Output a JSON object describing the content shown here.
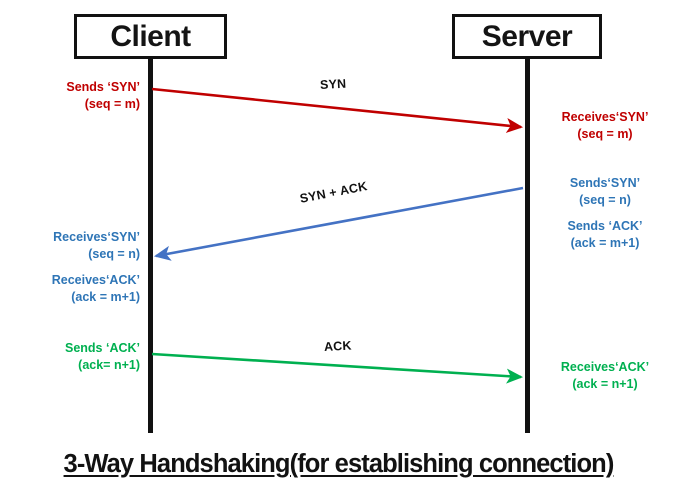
{
  "diagram": {
    "title": "3-Way Handshaking(for establishing connection)",
    "colors": {
      "syn": "#C00000",
      "syn_ack": "#2E75B6",
      "ack": "#00B050",
      "lifeline": "#111111",
      "label": "#111111",
      "background": "#FFFFFF"
    },
    "nodes": {
      "client": "Client",
      "server": "Server"
    },
    "arrows": [
      {
        "name": "syn",
        "label": "SYN",
        "direction": "client-to-server",
        "color": "#C00000"
      },
      {
        "name": "syn-ack",
        "label": "SYN + ACK",
        "direction": "server-to-client",
        "color": "#2E75B6"
      },
      {
        "name": "ack",
        "label": "ACK",
        "direction": "client-to-server",
        "color": "#00B050"
      }
    ],
    "client_notes": {
      "send_syn": {
        "line1": "Sends ‘SYN’",
        "line2": "(seq = m)"
      },
      "receive_syn": {
        "line1": "Receives‘SYN’",
        "line2": "(seq = n)"
      },
      "receive_ack": {
        "line1": "Receives‘ACK’",
        "line2": "(ack = m+1)"
      },
      "send_ack": {
        "line1": "Sends ‘ACK’",
        "line2": "(ack= n+1)"
      }
    },
    "server_notes": {
      "receive_syn": {
        "line1": "Receives‘SYN’",
        "line2": "(seq = m)"
      },
      "send_syn": {
        "line1": "Sends‘SYN’",
        "line2": "(seq = n)"
      },
      "send_ack": {
        "line1": "Sends ‘ACK’",
        "line2": "(ack = m+1)"
      },
      "receive_ack": {
        "line1": "Receives‘ACK’",
        "line2": "(ack = n+1)"
      }
    }
  }
}
